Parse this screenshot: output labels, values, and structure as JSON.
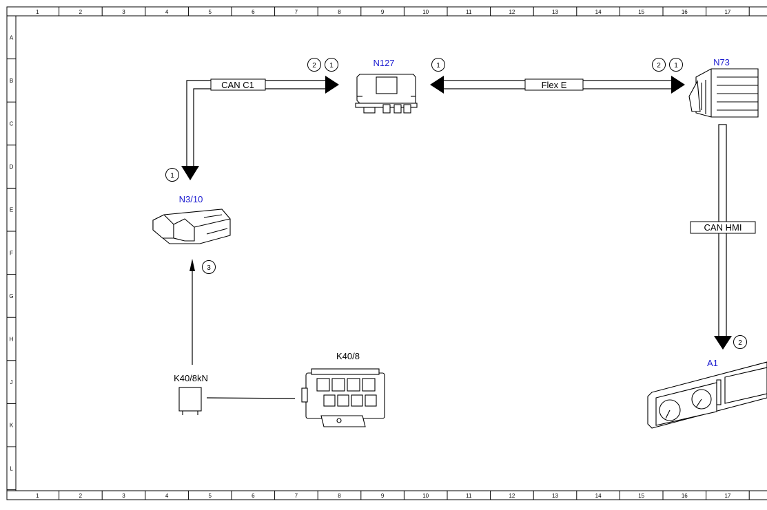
{
  "grid": {
    "columns": [
      "1",
      "2",
      "3",
      "4",
      "5",
      "6",
      "7",
      "8",
      "9",
      "10",
      "11",
      "12",
      "13",
      "14",
      "15",
      "16",
      "17"
    ],
    "rows": [
      "A",
      "B",
      "C",
      "D",
      "E",
      "F",
      "G",
      "H",
      "J",
      "K",
      "L"
    ]
  },
  "components": {
    "n127": {
      "id": "N127"
    },
    "n73": {
      "id": "N73"
    },
    "n3_10": {
      "id": "N3/10"
    },
    "k40_8": {
      "id": "K40/8"
    },
    "k40_8kn": {
      "id": "K40/8kN"
    },
    "a1": {
      "id": "A1"
    }
  },
  "buses": {
    "can_c1": "CAN C1",
    "flex_e": "Flex E",
    "can_hmi": "CAN HMI"
  },
  "markers": {
    "n127_left_2": "2",
    "n127_left_1": "1",
    "n127_right_1": "1",
    "n73_2": "2",
    "n73_1": "1",
    "n3_10_top_1": "1",
    "n3_10_bottom_3": "3",
    "a1_2": "2"
  },
  "colors": {
    "component_label": "#1a1ad0",
    "line": "#000000"
  }
}
